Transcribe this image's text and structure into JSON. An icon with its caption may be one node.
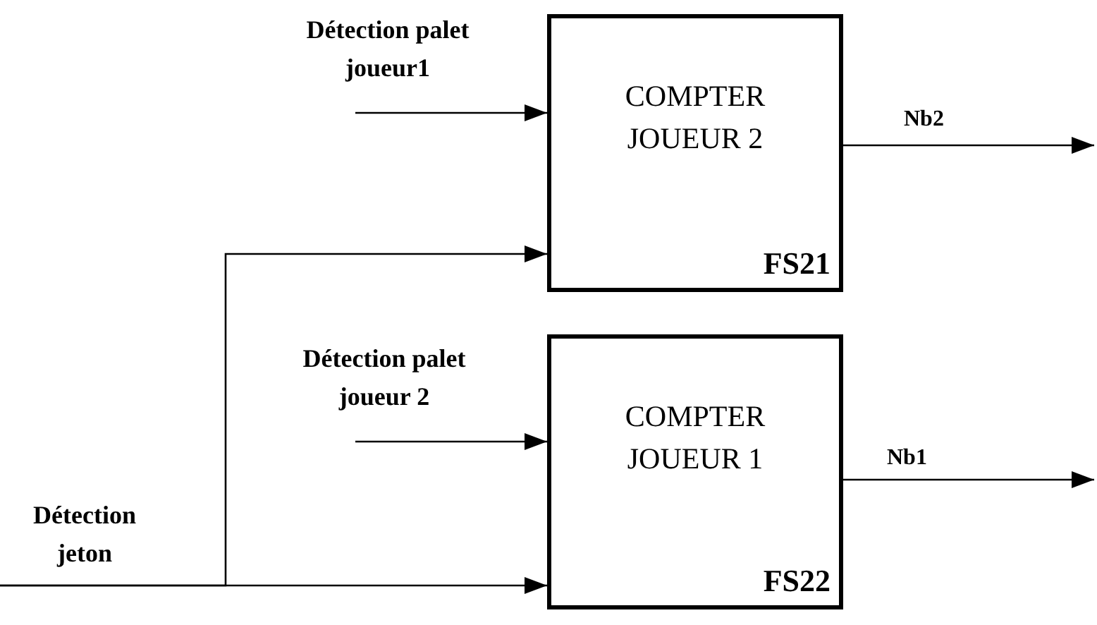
{
  "diagram": {
    "nodes": [
      {
        "text": [
          "COMPTER JOUEUR 2",
          "FS21"
        ]
      },
      {
        "text": [
          "Détection palet joueur1"
        ]
      },
      {
        "text": [
          "COMPTER JOUEUR 1",
          "FS22"
        ]
      },
      {
        "text": [
          "Détection palet joueur 2"
        ]
      },
      {
        "text": [
          "Détection jeton"
        ]
      }
    ],
    "edges": [
      {
        "from": 1,
        "to": 0,
        "arrow": "to"
      },
      {
        "from": 4,
        "to": 0,
        "arrow": "to"
      },
      {
        "from": 0,
        "to": null,
        "arrow": "to",
        "label": "Nb2"
      },
      {
        "from": 3,
        "to": 2,
        "arrow": "to"
      },
      {
        "from": 4,
        "to": 2,
        "arrow": "to"
      },
      {
        "from": 2,
        "to": null,
        "arrow": "to",
        "label": "Nb1"
      }
    ]
  }
}
